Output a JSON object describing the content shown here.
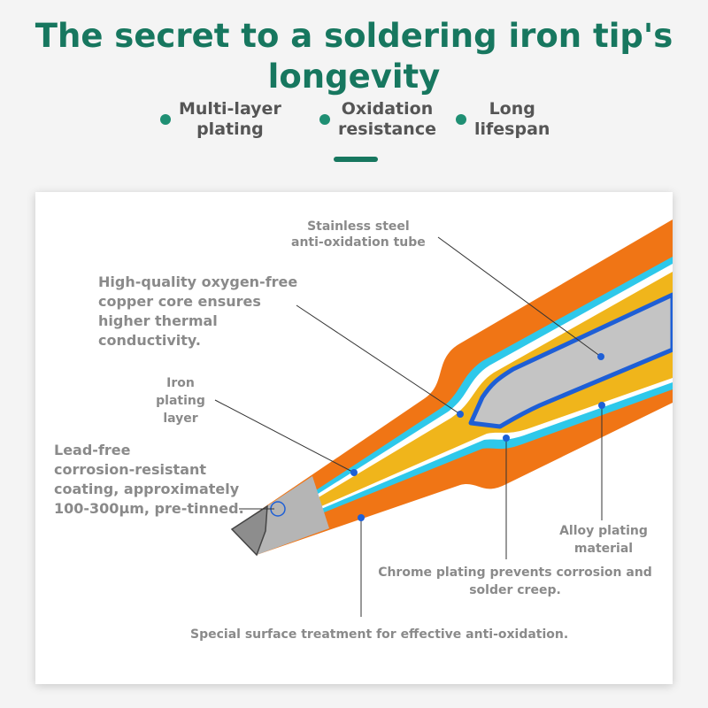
{
  "header": {
    "title_line1": "The secret to a soldering iron tip's",
    "title_line2": "longevity"
  },
  "features": [
    {
      "line1": "Multi-layer",
      "line2": "plating"
    },
    {
      "line1": "Oxidation",
      "line2": "resistance"
    },
    {
      "line1": "Long",
      "line2": "lifespan"
    }
  ],
  "colors": {
    "title": "#17775f",
    "accent": "#1f8f73",
    "outer_layer": "#f07515",
    "copper_core": "#f0b51b",
    "inner_tube": "#c4c4c4",
    "inner_border": "#1e5fd6",
    "cyan_layer": "#2ec8ea",
    "tip_metal": "#8d8d8d"
  },
  "diagram": {
    "labels": {
      "stainless": [
        "Stainless steel",
        "anti-oxidation tube"
      ],
      "copper": [
        "High-quality oxygen-free",
        "copper core ensures",
        "higher thermal",
        "conductivity."
      ],
      "iron": [
        "Iron",
        "plating",
        "layer"
      ],
      "leadfree": [
        "Lead-free",
        "corrosion-resistant",
        "coating, approximately",
        "100-300μm, pre-tinned."
      ],
      "alloy": [
        "Alloy plating",
        "material"
      ],
      "chrome": [
        "Chrome plating prevents corrosion and",
        "solder creep."
      ],
      "special": [
        "Special surface treatment for effective anti-oxidation."
      ]
    }
  }
}
